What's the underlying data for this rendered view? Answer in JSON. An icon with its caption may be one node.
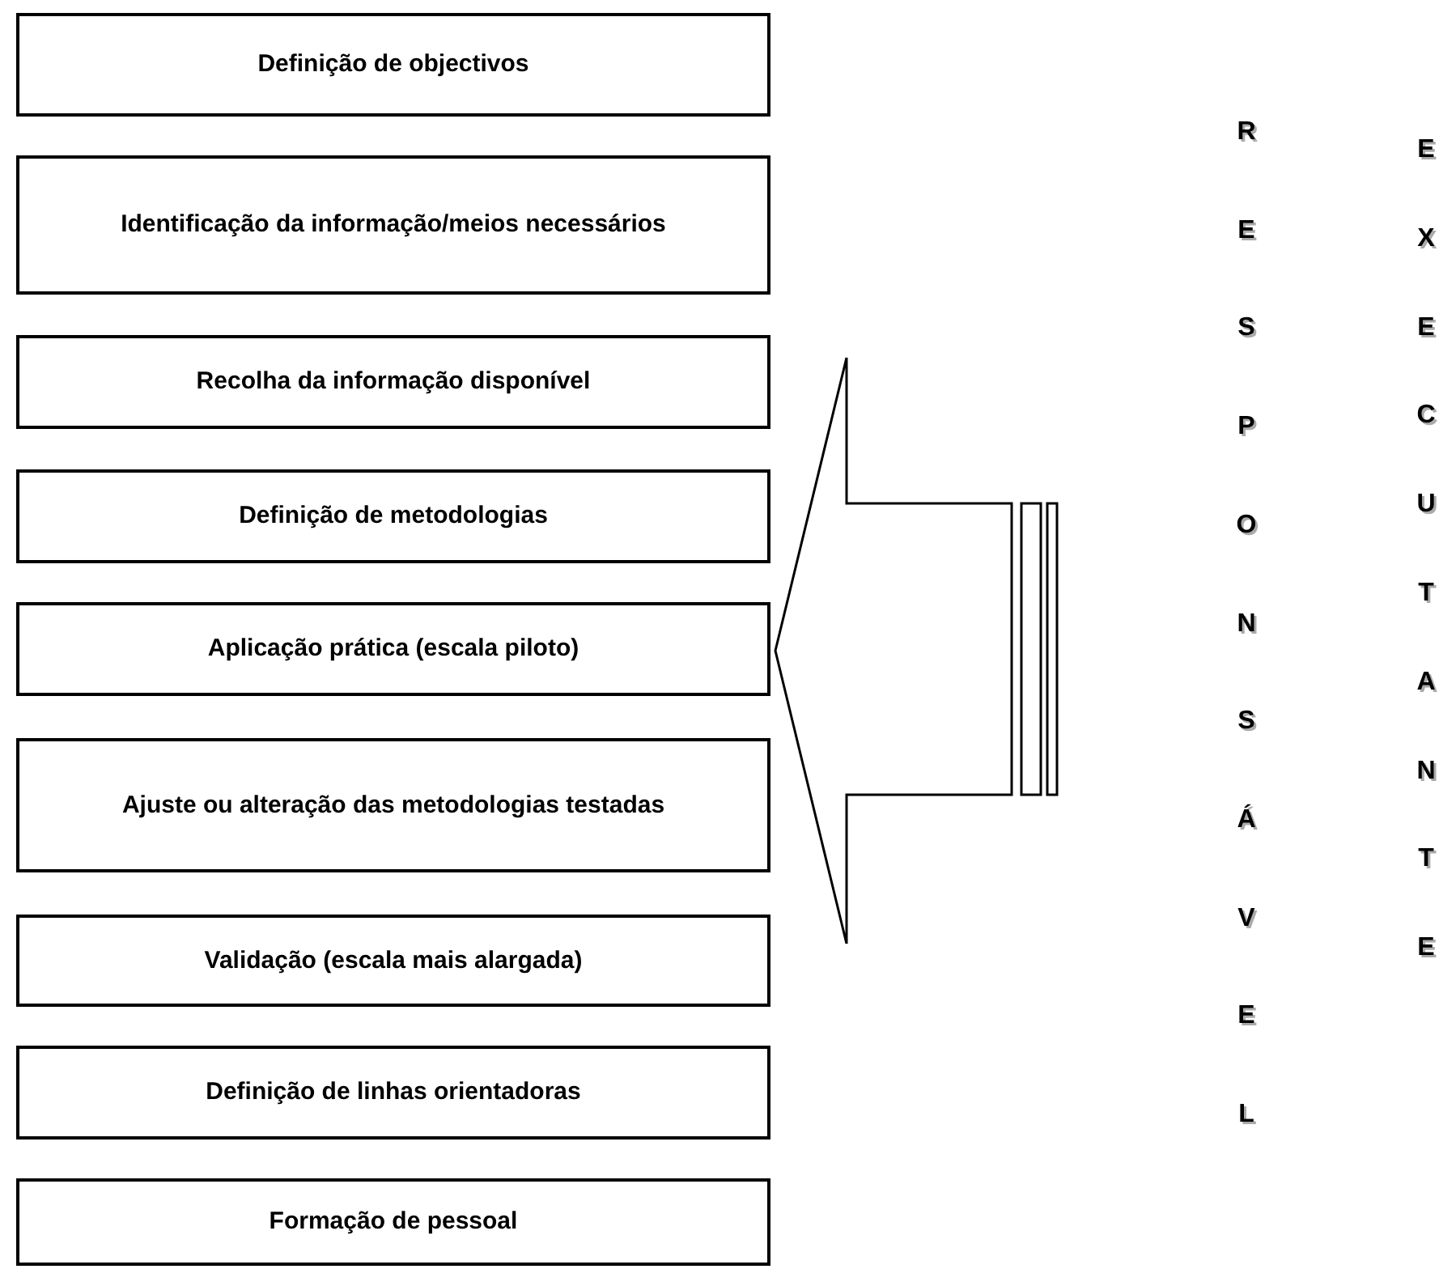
{
  "diagram": {
    "nodes": [
      {
        "text": [
          "Definição de objectivos"
        ]
      },
      {
        "text": [
          "Identificação da informação/meios necessários"
        ]
      },
      {
        "text": [
          "Recolha da informação disponível"
        ]
      },
      {
        "text": [
          "Definição de metodologias"
        ]
      },
      {
        "text": [
          "Aplicação prática (escala piloto)"
        ]
      },
      {
        "text": [
          "Ajuste ou alteração das metodologias testadas"
        ]
      },
      {
        "text": [
          "Validação (escala mais alargada)"
        ]
      },
      {
        "text": [
          "Definição de linhas orientadoras"
        ]
      },
      {
        "text": [
          "Formação de pessoal"
        ]
      }
    ],
    "labels": [
      "RESPONSÁVEL",
      "EXECUTANTE"
    ]
  }
}
